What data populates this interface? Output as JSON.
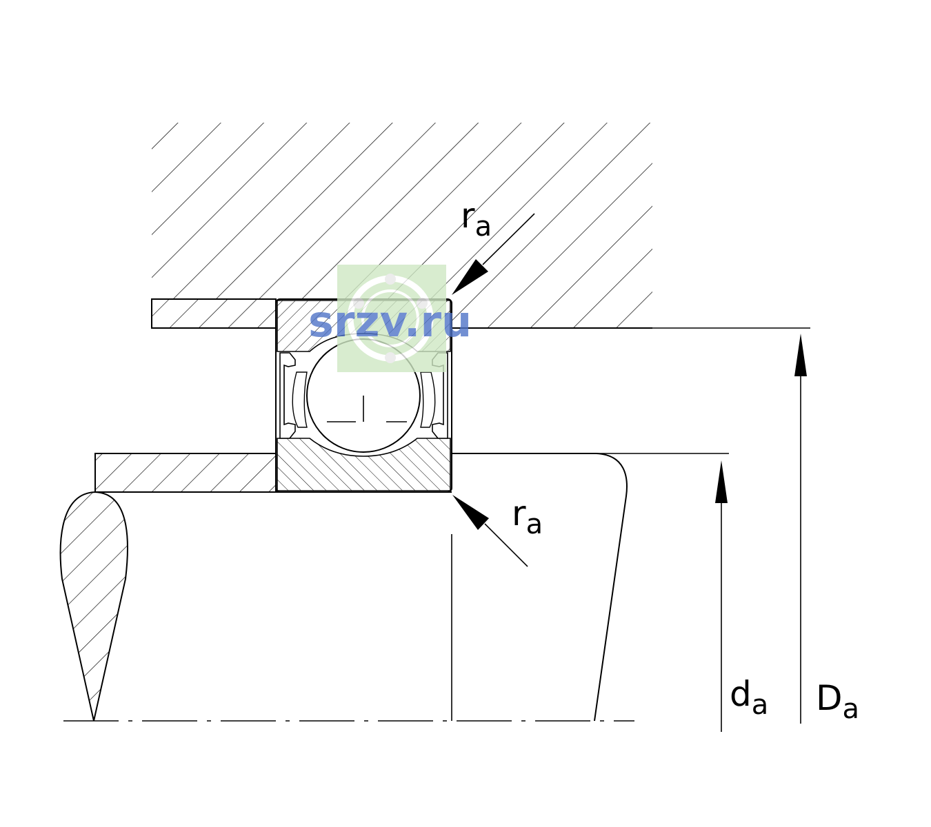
{
  "labels": {
    "ra_top": {
      "main": "r",
      "sub": "a"
    },
    "ra_bottom": {
      "main": "r",
      "sub": "a"
    },
    "da": {
      "main": "d",
      "sub": "a"
    },
    "Da": {
      "main": "D",
      "sub": "a"
    }
  },
  "watermark": {
    "text": "srzv.ru"
  },
  "colors": {
    "line": "#000000",
    "watermark_text": "#4f74c8",
    "watermark_bg": "#cfe8c4"
  }
}
